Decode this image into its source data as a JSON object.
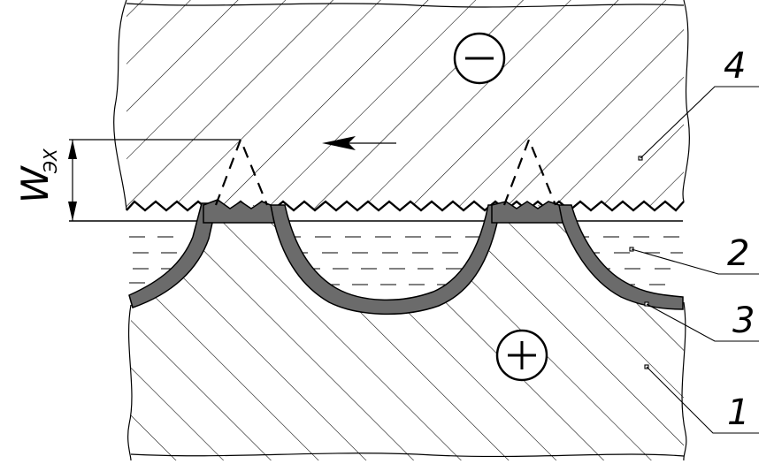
{
  "diagram": {
    "dimension_label": {
      "main": "W",
      "subscript": "ЭХ"
    },
    "polarity": {
      "cathode": "−",
      "anode": "+"
    },
    "callouts": [
      {
        "id": "tool",
        "number": "4"
      },
      {
        "id": "electrolyte",
        "number": "2"
      },
      {
        "id": "anodic-film",
        "number": "3"
      },
      {
        "id": "workpiece",
        "number": "1"
      }
    ]
  }
}
